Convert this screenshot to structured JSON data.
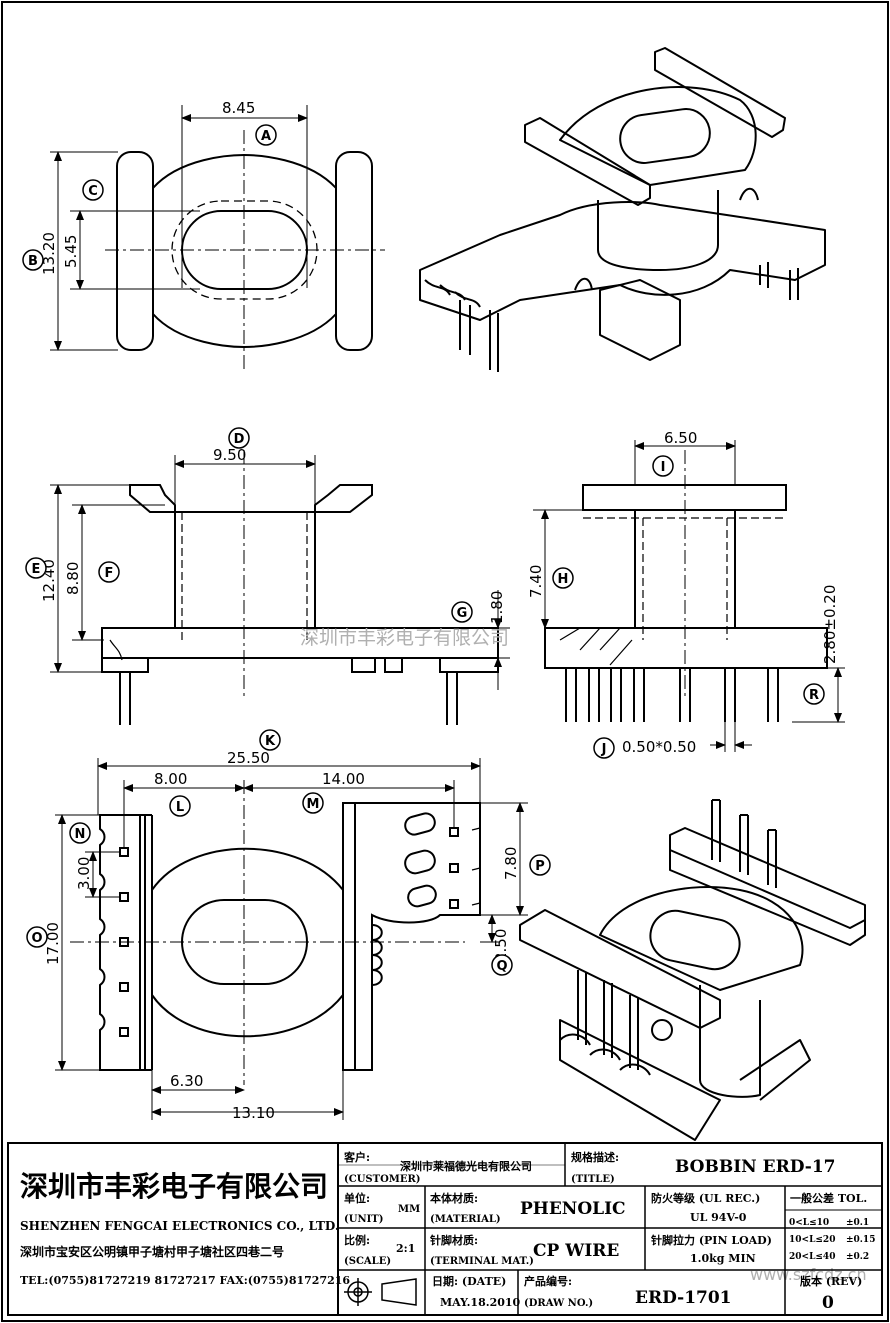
{
  "dims": {
    "top_width": "8.45",
    "top_height": "13.20",
    "top_inner": "5.45",
    "front_width": "9.50",
    "front_height": "12.40",
    "front_inner": "8.80",
    "front_flange": "1.80",
    "side_width": "6.50",
    "side_height": "7.40",
    "side_pin": "2.80±0.20",
    "side_pin_size": "0.50*0.50",
    "bottom_total": "25.50",
    "bottom_left": "8.00",
    "bottom_right": "14.00",
    "bottom_pitch": "3.00",
    "bottom_height": "17.00",
    "bottom_slot": "7.80",
    "bottom_slot_b": "2.50",
    "bottom_x1": "6.30",
    "bottom_x2": "13.10"
  },
  "labels": [
    "A",
    "B",
    "C",
    "D",
    "E",
    "F",
    "G",
    "H",
    "I",
    "J",
    "K",
    "L",
    "M",
    "N",
    "O",
    "P",
    "Q",
    "R"
  ],
  "watermark": "深圳市丰彩电子有限公司",
  "watermark_url": "www.szfcdz.cn",
  "titleblock": {
    "company_cn": "深圳市丰彩电子有限公司",
    "company_en": "SHENZHEN FENGCAI ELECTRONICS CO., LTD.",
    "address": "深圳市宝安区公明镇甲子塘村甲子塘社区四巷二号",
    "contact": "TEL:(0755)81727219  81727217   FAX:(0755)81727216",
    "customer_label": "客户:",
    "customer_label_en": "(CUSTOMER)",
    "customer": "深圳市莱福德光电有限公司",
    "title_label": "规格描述:",
    "title_label_en": "(TITLE)",
    "title": "BOBBIN ERD-17",
    "unit_label": "单位:",
    "unit_label_en": "(UNIT)",
    "unit": "MM",
    "material_label": "本体材质:",
    "material_label_en": "(MATERIAL)",
    "material": "PHENOLIC",
    "flame_label": "防火等级 (UL REC.)",
    "flame": "UL 94V-0",
    "tol_label": "一般公差  TOL.",
    "tol": [
      {
        "range": "0<L≤10",
        "value": "±0.1"
      },
      {
        "range": "10<L≤20",
        "value": "±0.15"
      },
      {
        "range": "20<L≤40",
        "value": "±0.2"
      }
    ],
    "scale_label": "比例:",
    "scale_label_en": "(SCALE)",
    "scale": "2:1",
    "terminal_label": "针脚材质:",
    "terminal_label_en": "(TERMINAL MAT.)",
    "terminal": "CP WIRE",
    "pinload_label": "针脚拉力 (PIN LOAD)",
    "pinload": "1.0kg MIN",
    "date_label": "日期:  (DATE)",
    "date": "MAY.18.2010",
    "drawno_label": "产品编号:",
    "drawno_label_en": "(DRAW NO.)",
    "drawno": "ERD-1701",
    "rev_label": "版本 (REV)",
    "rev": "0"
  }
}
